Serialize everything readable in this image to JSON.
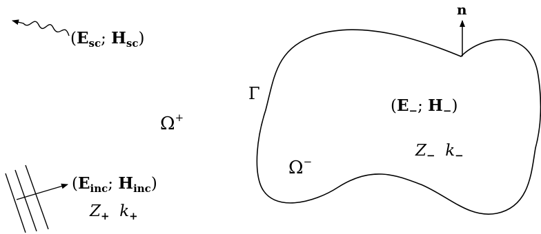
{
  "normal": {
    "n": "n"
  },
  "scattered": {
    "E": "E",
    "sub_E": "sc",
    "H": "H",
    "sub_H": "sc"
  },
  "interior_fields": {
    "E": "E",
    "sub_E": "−",
    "H": "H",
    "sub_H": "−"
  },
  "incident": {
    "E": "E",
    "sub_E": "inc",
    "H": "H",
    "sub_H": "inc"
  },
  "exterior": {
    "domain": "Ω",
    "sup": "+",
    "Z": "Z",
    "sub_Z": "+",
    "k": "k",
    "sub_k": "+"
  },
  "interior": {
    "domain": "Ω",
    "sup": "−",
    "Z": "Z",
    "sub_Z": "−",
    "k": "k",
    "sub_k": "−"
  },
  "boundary": {
    "label": "Γ"
  },
  "colors": {
    "ink": "#000000",
    "background": "#ffffff"
  }
}
